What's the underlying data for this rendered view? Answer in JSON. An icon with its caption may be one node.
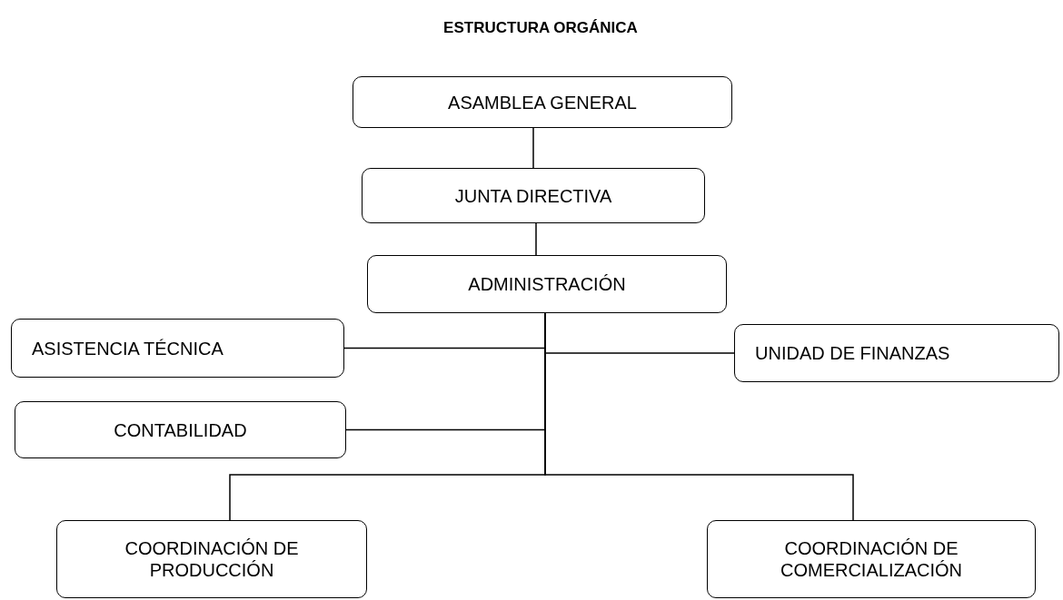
{
  "diagram": {
    "title": "ESTRUCTURA ORGÁNICA",
    "nodes": [
      {
        "text": [
          "ASAMBLEA GENERAL"
        ]
      },
      {
        "text": [
          "JUNTA DIRECTIVA"
        ]
      },
      {
        "text": [
          "ADMINISTRACIÓN"
        ]
      },
      {
        "text": [
          "ASISTENCIA TÉCNICA"
        ]
      },
      {
        "text": [
          "UNIDAD DE FINANZAS"
        ]
      },
      {
        "text": [
          "CONTABILIDAD"
        ]
      },
      {
        "text": [
          "COORDINACIÓN DE PRODUCCIÓN"
        ]
      },
      {
        "text": [
          "COORDINACIÓN DE COMERCIALIZACIÓN"
        ]
      }
    ],
    "edges": [
      {
        "from": 0,
        "to": 1,
        "arrow": "none"
      },
      {
        "from": 1,
        "to": 2,
        "arrow": "none"
      },
      {
        "from": 2,
        "to": 3,
        "arrow": "none"
      },
      {
        "from": 2,
        "to": 4,
        "arrow": "none"
      },
      {
        "from": 2,
        "to": 5,
        "arrow": "none"
      },
      {
        "from": 2,
        "to": 6,
        "arrow": "none"
      },
      {
        "from": 2,
        "to": 7,
        "arrow": "none"
      }
    ]
  }
}
